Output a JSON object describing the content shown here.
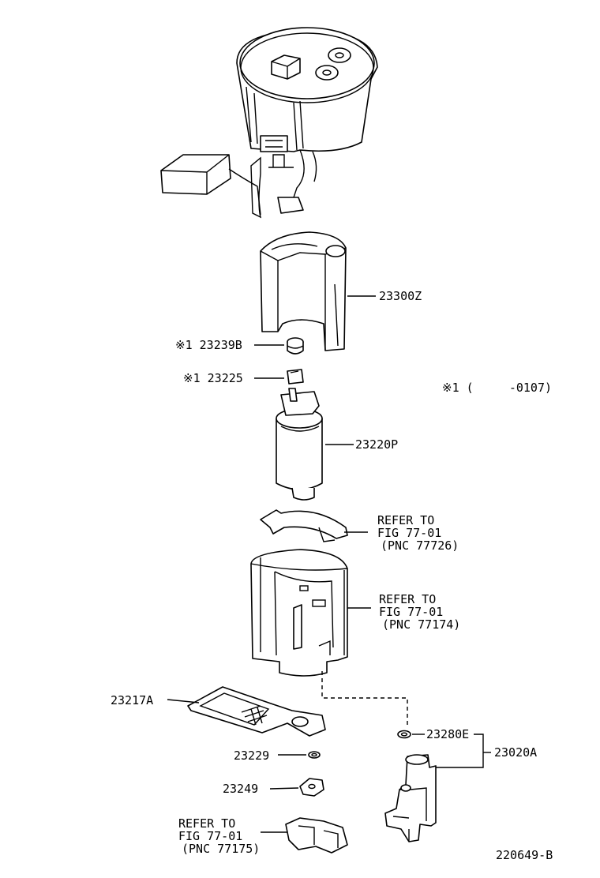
{
  "labels": {
    "p23300z": "23300Z",
    "p23239b": "※1 23239B",
    "p23225": "※1 23225",
    "note": "※1 (     -0107)",
    "p23220p": "23220P",
    "refer1": [
      "REFER TO",
      "FIG 77-01",
      "(PNC 77726)"
    ],
    "refer2": [
      "REFER TO",
      "FIG 77-01",
      "(PNC 77174)"
    ],
    "p23217a": "23217A",
    "p23280e": "23280E",
    "p23020a": "23020A",
    "p23229": "23229",
    "p23249": "23249",
    "refer3": [
      "REFER TO",
      "FIG 77-01",
      "(PNC 77175)"
    ],
    "fig_id": "220649-B"
  }
}
